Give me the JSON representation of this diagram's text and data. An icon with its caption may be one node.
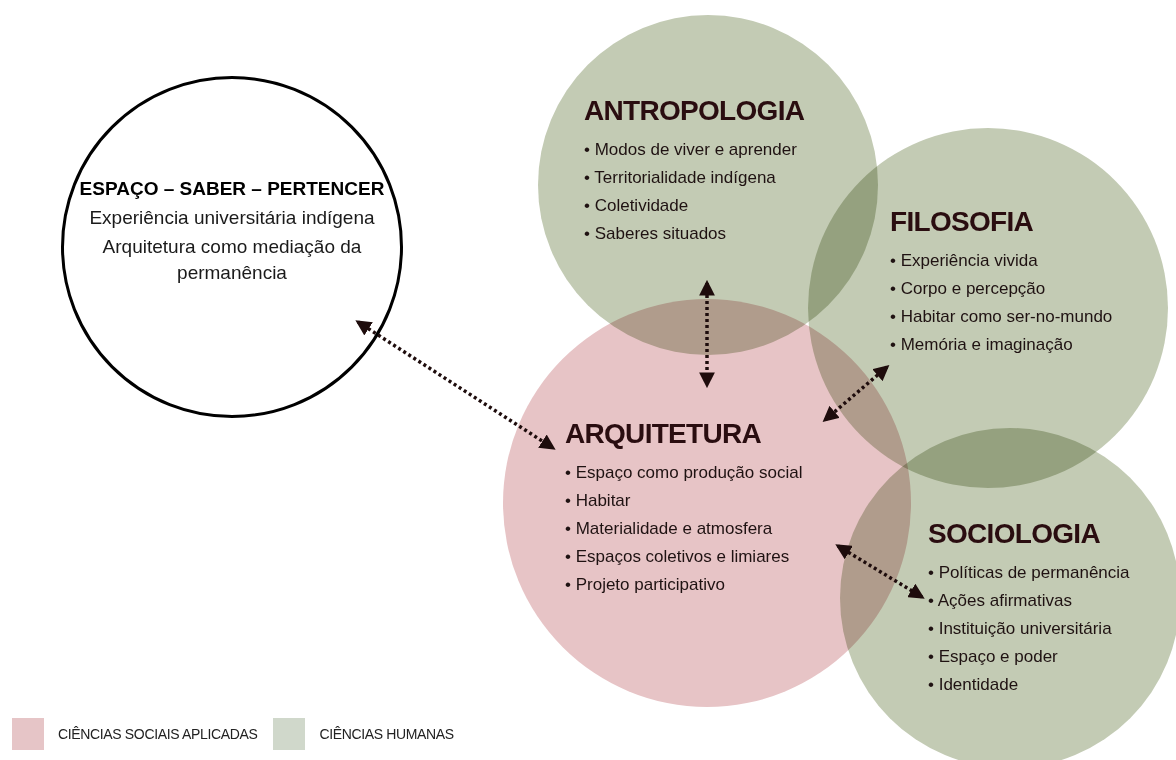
{
  "diagram": {
    "nodes": [
      {
        "text": [
          "ESPAÇO – SABER – PERTENCER",
          "Experiência universitária indígena",
          "Arquitetura como mediação da permanência"
        ]
      },
      {
        "text": [
          "ANTROPOLOGIA",
          "• Modos de viver e aprender",
          "• Territorialidade indígena",
          "• Coletividade",
          "• Saberes situados"
        ]
      },
      {
        "text": [
          "FILOSOFIA",
          "• Experiência vivida",
          "• Corpo e percepção",
          "• Habitar como ser-no-mundo",
          "• Memória e imaginação"
        ]
      },
      {
        "text": [
          "ARQUITETURA",
          "• Espaço como produção social",
          "• Habitar",
          "• Materialidade e atmosfera",
          "• Espaços coletivos e limiares",
          "• Projeto participativo"
        ]
      },
      {
        "text": [
          "SOCIOLOGIA",
          "• Políticas de permanência",
          "• Ações afirmativas",
          "• Instituição universitária",
          "• Espaço e poder",
          "• Identidade"
        ]
      }
    ],
    "edges": [
      {
        "from": 0,
        "to": 3,
        "arrow": "both"
      },
      {
        "from": 1,
        "to": 3,
        "arrow": "both"
      },
      {
        "from": 2,
        "to": 3,
        "arrow": "both"
      },
      {
        "from": 3,
        "to": 4,
        "arrow": "both"
      }
    ],
    "legend": [
      {
        "text": "CIÊNCIAS SOCIAIS APLICADAS",
        "color": "#e6c5c7"
      },
      {
        "text": "CIÊNCIAS HUMANAS",
        "color": "#d0d8cb"
      }
    ]
  }
}
